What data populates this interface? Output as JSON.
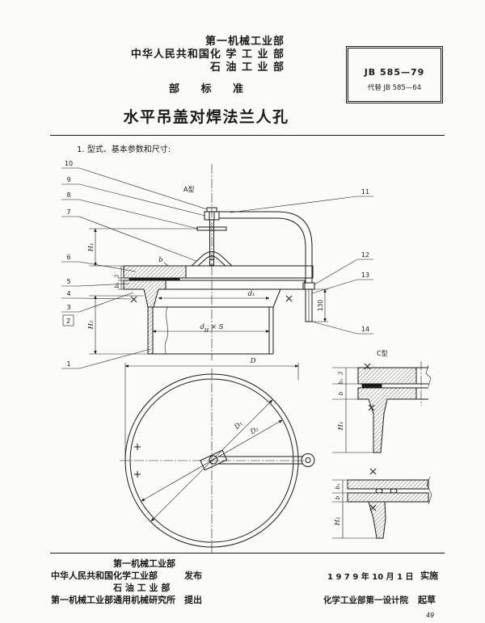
{
  "header": {
    "ministry_1": "第一机械工业部",
    "ministry_2": "中华人民共和国化 学 工 业 部",
    "ministry_3": "石 油 工 业 部",
    "standard_type": "部 标 准",
    "title": "水平吊盖对焊法兰人孔"
  },
  "code_box": {
    "code": "JB 585—79",
    "replaces": "代替 JB 585—64"
  },
  "section_heading": "1. 型式、基本参数和尺寸:",
  "drawing": {
    "type_a_label": "A型",
    "type_c_label": "C型",
    "parts_left": [
      "10",
      "9",
      "8",
      "7",
      "6",
      "5",
      "4",
      "3",
      "2",
      "1"
    ],
    "parts_right": [
      "11",
      "12",
      "13",
      "14"
    ],
    "dims": {
      "H1": "H₁",
      "H2": "H₂",
      "b": "b",
      "b1": "b₁",
      "gap": "3",
      "d1": "d₁",
      "dh_base": "d",
      "dh_sub": "H",
      "dh_rest": " × S",
      "pin_height": "130",
      "D": "D",
      "D1": "D₁",
      "D2": "D₂"
    }
  },
  "footer": {
    "issuers": {
      "line_1": "第一机械工业部",
      "line_2": "中华人民共和国化学工业部",
      "issue_label": "发布",
      "line_3": "石 油 工 业 部"
    },
    "proposer": {
      "name": "第一机械工业部通用机械研究所",
      "label": "提出"
    },
    "effective": {
      "date": "1 9 7 9 年 10 月 1 日",
      "label": "实施"
    },
    "drafter": {
      "name": "化学工业部第一设计院",
      "label": "起草"
    },
    "page_number": "49"
  }
}
